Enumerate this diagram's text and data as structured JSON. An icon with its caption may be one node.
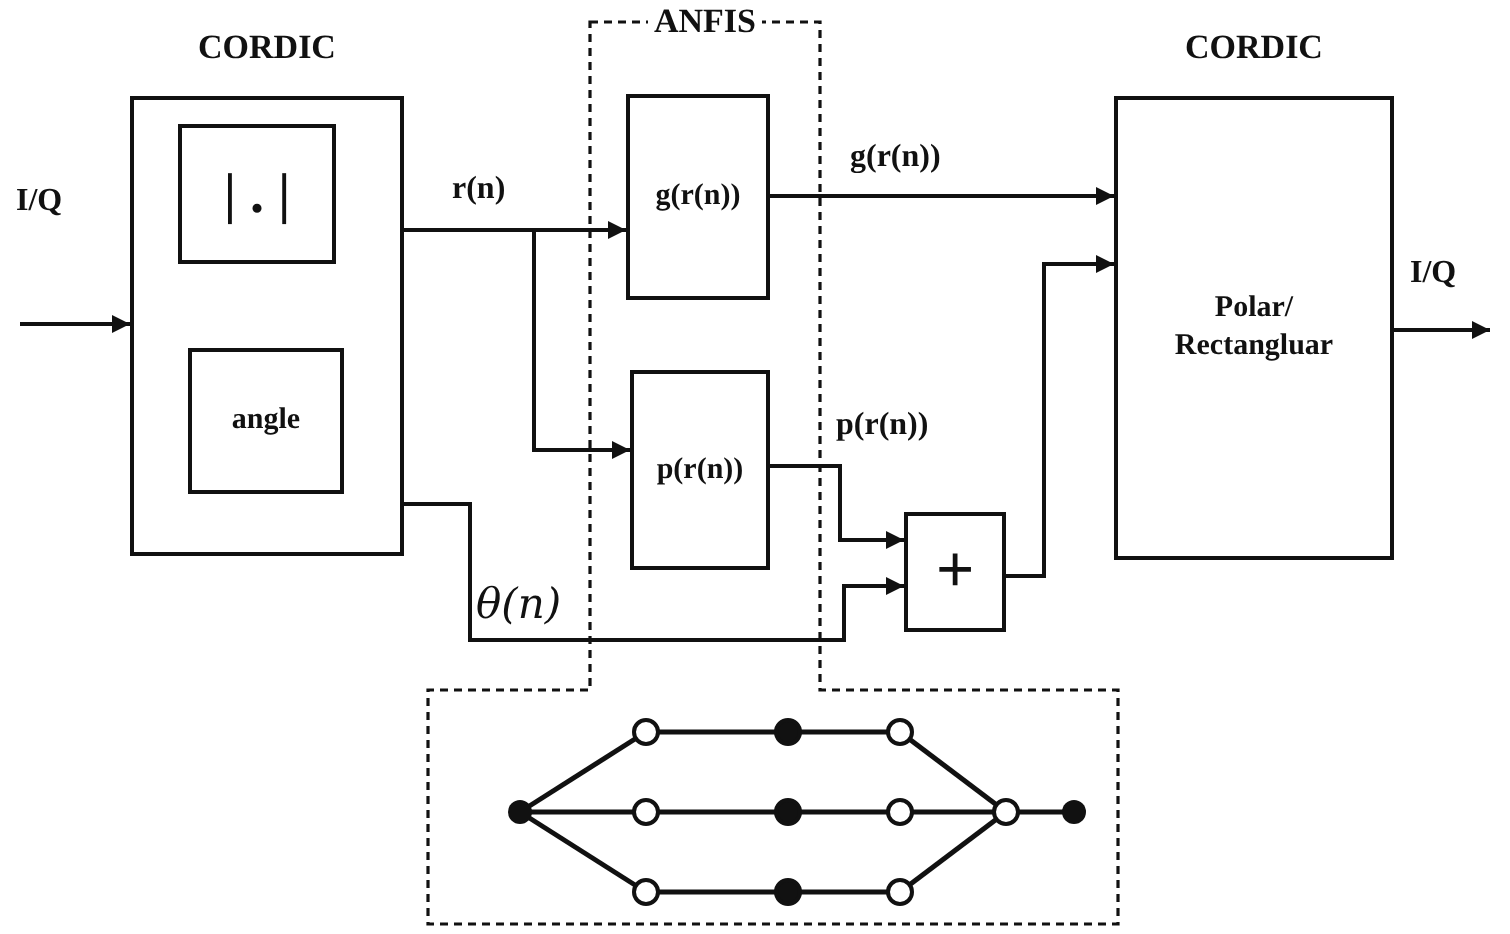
{
  "diagram": {
    "nodes": [
      {
        "text": [
          "CORDIC"
        ]
      },
      {
        "text": [
          "| . |"
        ],
        "in": 0
      },
      {
        "text": [
          "angle"
        ],
        "in": 0
      },
      {
        "text": [
          "ANFIS"
        ]
      },
      {
        "text": [
          "g(r(n))"
        ],
        "in": 3
      },
      {
        "text": [
          "p(r(n))"
        ],
        "in": 3
      },
      {
        "text": [],
        "shape": "picture",
        "in": 3
      },
      {
        "text": [
          "+"
        ]
      },
      {
        "text": [
          "CORDIC",
          "Polar/ Rectangluar"
        ]
      }
    ],
    "edges": [
      {
        "from": null,
        "to": 0,
        "arrow": "to",
        "label": "I/Q"
      },
      {
        "from": 0,
        "to": 4,
        "arrow": "to",
        "label": "r(n)"
      },
      {
        "from": 0,
        "to": 5,
        "arrow": "to"
      },
      {
        "from": 0,
        "to": 7,
        "arrow": "to",
        "label": "θ(n)"
      },
      {
        "from": 4,
        "to": 8,
        "arrow": "to",
        "label": "g(r(n))"
      },
      {
        "from": 5,
        "to": 7,
        "arrow": "to",
        "label": "p(r(n))"
      },
      {
        "from": 7,
        "to": 8,
        "arrow": "to"
      },
      {
        "from": 8,
        "to": null,
        "arrow": "to",
        "label": "I/Q"
      }
    ]
  }
}
